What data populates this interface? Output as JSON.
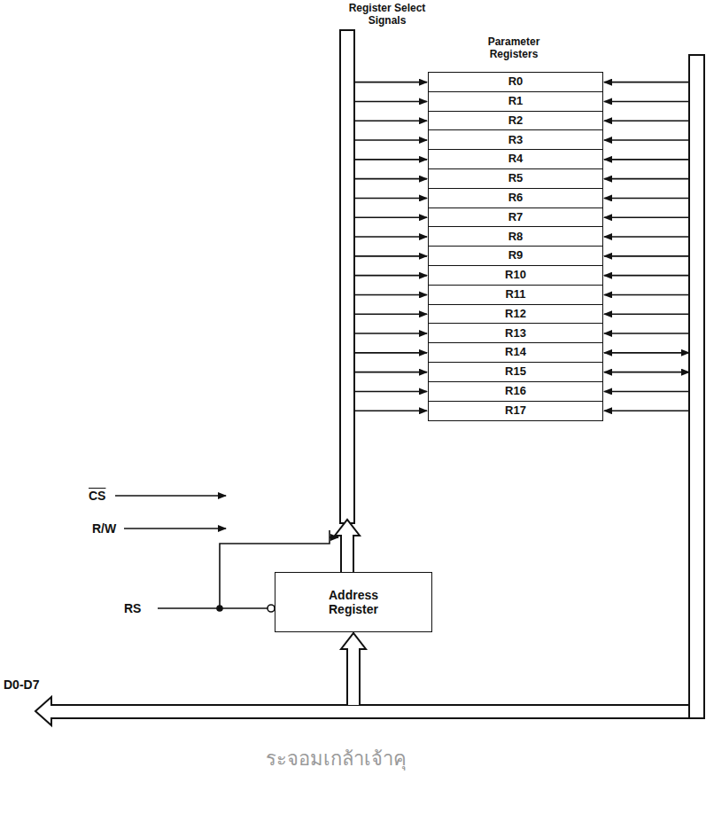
{
  "diagram": {
    "nodes": [
      {
        "text": [
          "R0"
        ]
      },
      {
        "text": [
          "R1"
        ]
      },
      {
        "text": [
          "R2"
        ]
      },
      {
        "text": [
          "R3"
        ]
      },
      {
        "text": [
          "R4"
        ]
      },
      {
        "text": [
          "R5"
        ]
      },
      {
        "text": [
          "R6"
        ]
      },
      {
        "text": [
          "R7"
        ]
      },
      {
        "text": [
          "R8"
        ]
      },
      {
        "text": [
          "R9"
        ]
      },
      {
        "text": [
          "R10"
        ]
      },
      {
        "text": [
          "R11"
        ]
      },
      {
        "text": [
          "R12"
        ]
      },
      {
        "text": [
          "R13"
        ]
      },
      {
        "text": [
          "R14"
        ]
      },
      {
        "text": [
          "R15"
        ]
      },
      {
        "text": [
          "R16"
        ]
      },
      {
        "text": [
          "R17"
        ]
      },
      {
        "text": [
          "Address Register"
        ]
      }
    ],
    "labels": [
      "Register Select Signals",
      "Parameter Registers",
      "CS",
      "R/W",
      "RS",
      "D0-D7",
      "ระจอมเกล้าเจ้าคุ"
    ]
  }
}
